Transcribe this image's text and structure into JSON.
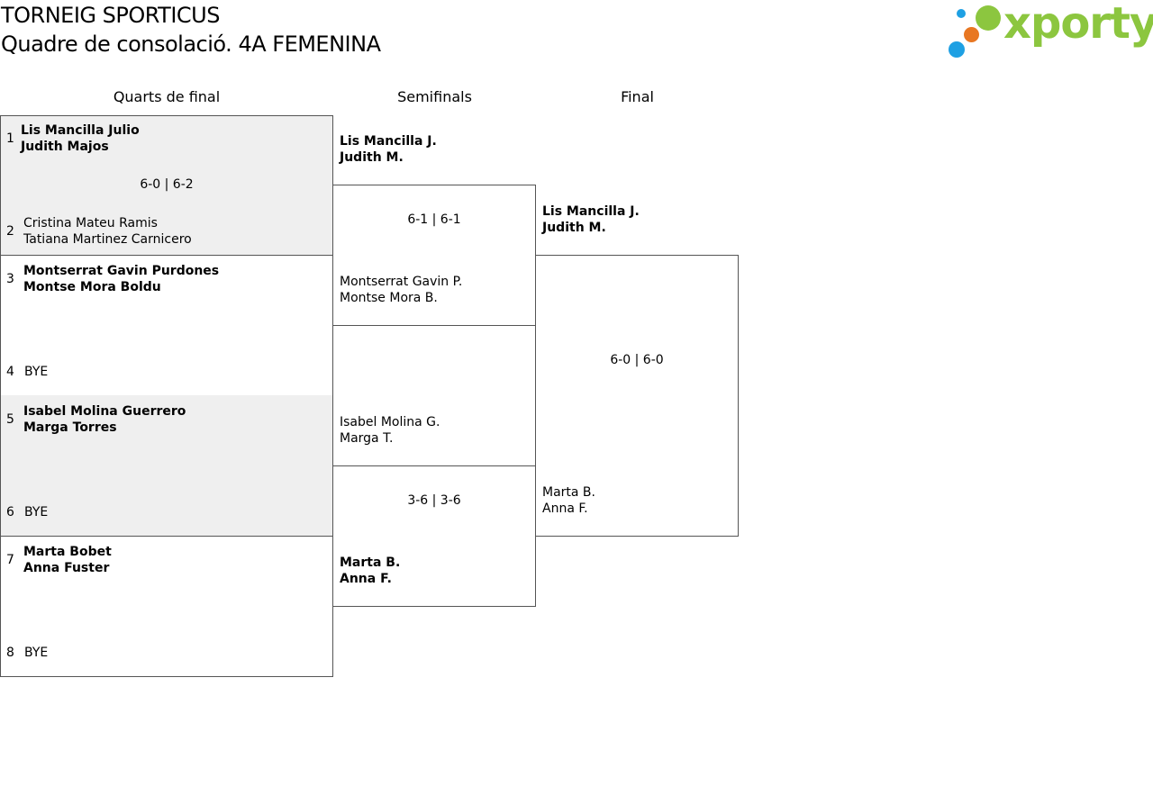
{
  "header": {
    "title": "TORNEIG SPORTICUS",
    "subtitle": "Quadre de consolació. 4A FEMENINA",
    "logo_text": "xporty"
  },
  "colors": {
    "logo_green": "#8cc63f",
    "logo_blue": "#1ea0e3",
    "logo_orange": "#e87722",
    "shade": "#efefef"
  },
  "rounds": [
    "Quarts de final",
    "Semifinals",
    "Final"
  ],
  "quarterfinals": [
    {
      "seed": "1",
      "p1": "Lis Mancilla Julio",
      "p2": "Judith Majos"
    },
    {
      "seed": "2",
      "p1": "Cristina Mateu Ramis",
      "p2": "Tatiana Martinez Carnicero"
    },
    {
      "seed": "3",
      "p1": "Montserrat Gavin Purdones",
      "p2": "Montse Mora Boldu"
    },
    {
      "seed": "4",
      "p1": "BYE"
    },
    {
      "seed": "5",
      "p1": "Isabel Molina Guerrero",
      "p2": "Marga Torres"
    },
    {
      "seed": "6",
      "p1": "BYE"
    },
    {
      "seed": "7",
      "p1": "Marta Bobet",
      "p2": "Anna Fuster"
    },
    {
      "seed": "8",
      "p1": "BYE"
    }
  ],
  "qf_scores": [
    "6-0 | 6-2"
  ],
  "semifinals": [
    {
      "p1": "Lis Mancilla J.",
      "p2": "Judith M."
    },
    {
      "p1": "Montserrat Gavin P.",
      "p2": "Montse Mora B."
    },
    {
      "p1": "Isabel Molina G.",
      "p2": "Marga T."
    },
    {
      "p1": "Marta B.",
      "p2": "Anna F."
    }
  ],
  "sf_scores": [
    "6-1 | 6-1",
    "3-6 | 3-6"
  ],
  "final": [
    {
      "p1": "Lis Mancilla J.",
      "p2": "Judith M."
    },
    {
      "p1": "Marta B.",
      "p2": "Anna F."
    }
  ],
  "final_score": "6-0 | 6-0"
}
